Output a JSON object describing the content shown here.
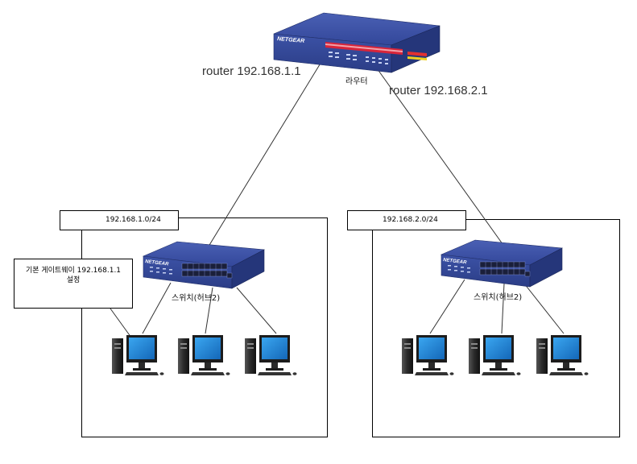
{
  "router": {
    "brand": "NETGEAR",
    "caption": "라우터",
    "left_port_label": "router 192.168.1.1",
    "right_port_label": "router 192.168.2.1"
  },
  "networks": [
    {
      "subnet": "192.168.1.0/24",
      "switch_brand": "NETGEAR",
      "switch_caption": "스위치(허브2)",
      "callout_line1": "기본 게이트웨이 192.168.1.1",
      "callout_line2": "설정"
    },
    {
      "subnet": "192.168.2.0/24",
      "switch_brand": "NETGEAR",
      "switch_caption": "스위치(허브2)"
    }
  ],
  "colors": {
    "device_blue": "#3a4f9e",
    "device_blue_dark": "#2a3a7a",
    "screen_blue": "#1e88d8",
    "router_stripe": "#d8253a"
  }
}
